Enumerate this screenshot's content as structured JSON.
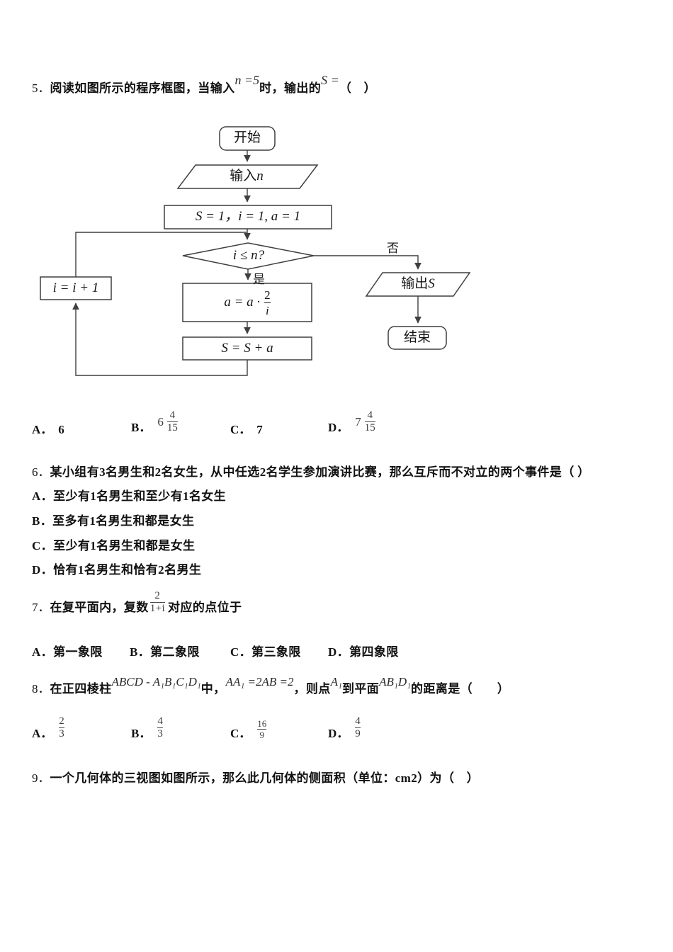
{
  "page": {
    "bg": "#ffffff",
    "text_color": "#111111",
    "line_color": "#3f3f3f"
  },
  "q5": {
    "number": "5．",
    "stem_pre": "阅读如图所示的程序框图，当输入",
    "math_n": "n =5",
    "stem_mid": "时，输出的",
    "math_s": "S =",
    "stem_post": "（　）",
    "options": {
      "a_label": "A．",
      "a_value": "6",
      "b_label": "B．",
      "b_whole": "6",
      "b_num": "4",
      "b_den": "15",
      "c_label": "C．",
      "c_value": "7",
      "d_label": "D．",
      "d_whole": "7",
      "d_num": "4",
      "d_den": "15"
    }
  },
  "flowchart": {
    "start": "开始",
    "input_prefix": "输入",
    "input_var": "n",
    "init": "S = 1，i = 1, a = 1",
    "decision": "i ≤ n?",
    "yes_label": "是",
    "no_label": "否",
    "assign_lhs": "a = a ·",
    "assign_num": "2",
    "assign_den": "i",
    "sum": "S = S + a",
    "increment": "i = i + 1",
    "output_prefix": "输出",
    "output_var": "S",
    "end": "结束"
  },
  "q6": {
    "number": "6．",
    "stem": "某小组有3名男生和2名女生，从中任选2名学生参加演讲比赛，那么互斥而不对立的两个事件是（ ）",
    "options": [
      {
        "label": "A．",
        "text": "至少有1名男生和至少有1名女生"
      },
      {
        "label": "B．",
        "text": "至多有1名男生和都是女生"
      },
      {
        "label": "C．",
        "text": "至少有1名男生和都是女生"
      },
      {
        "label": "D．",
        "text": "恰有1名男生和恰有2名男生"
      }
    ]
  },
  "q7": {
    "number": "7．",
    "stem_pre": "在复平面内，复数",
    "frac_num": "2",
    "frac_den": "1+i",
    "stem_post": "对应的点位于",
    "options": [
      {
        "label": "A．",
        "text": "第一象限"
      },
      {
        "label": "B．",
        "text": "第二象限"
      },
      {
        "label": "C．",
        "text": "第三象限"
      },
      {
        "label": "D．",
        "text": "第四象限"
      }
    ]
  },
  "q8": {
    "number": "8．",
    "stem_pre": "在正四棱柱",
    "math_solid": "ABCD - A₁B₁C₁D₁",
    "stem_mid1": "中，",
    "math_cond": "AA₁ =2AB =2",
    "stem_mid2": "，则点",
    "math_point": "A₁",
    "stem_mid3": "到平面",
    "math_plane": "AB₁D₁",
    "stem_post": "的距离是（　　）",
    "options": [
      {
        "label": "A．",
        "num": "2",
        "den": "3"
      },
      {
        "label": "B．",
        "num": "4",
        "den": "3"
      },
      {
        "label": "C．",
        "num": "16",
        "den": "9"
      },
      {
        "label": "D．",
        "num": "4",
        "den": "9"
      }
    ]
  },
  "q9": {
    "number": "9．",
    "stem": "一个几何体的三视图如图所示，那么此几何体的侧面积（单位：cm2）为（　）"
  }
}
